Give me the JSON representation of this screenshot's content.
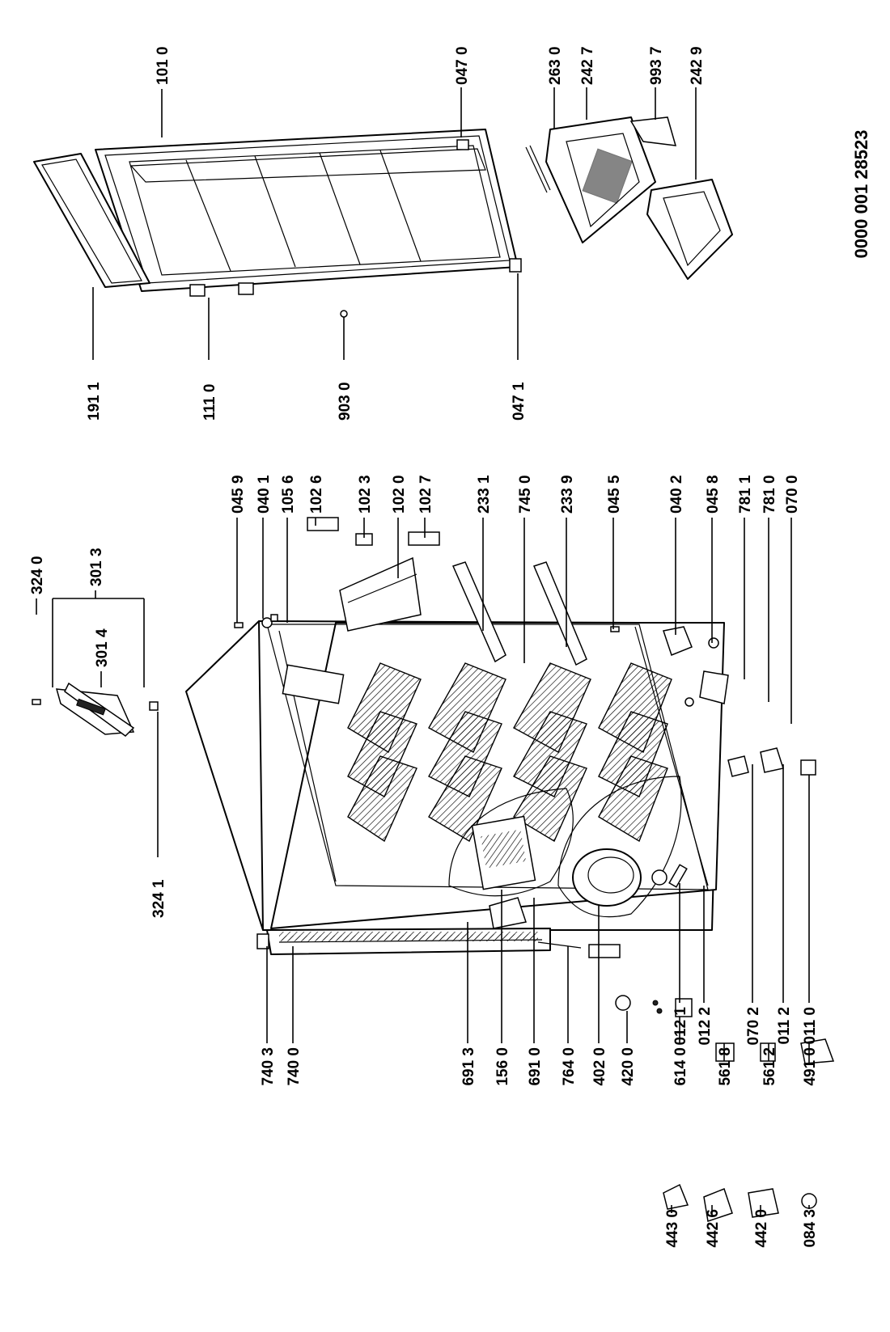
{
  "document_number": "0000 001 28523",
  "parts": {
    "p1010": "101 0",
    "p0470": "047 0",
    "p2630": "263 0",
    "p2427": "242 7",
    "p9937": "993 7",
    "p2429": "242 9",
    "p1911": "191 1",
    "p1110": "111 0",
    "p9030": "903 0",
    "p0471": "047 1",
    "p3240": "324 0",
    "p3013": "301 3",
    "p3014": "301 4",
    "p3241": "324 1",
    "p0459": "045 9",
    "p0401": "040 1",
    "p1056": "105 6",
    "p1026": "102 6",
    "p1023": "102 3",
    "p1020": "102 0",
    "p1027": "102 7",
    "p2331": "233 1",
    "p7450": "745 0",
    "p2339": "233 9",
    "p0455": "045 5",
    "p0402": "040 2",
    "p0458": "045 8",
    "p7811": "781 1",
    "p7810": "781 0",
    "p0700": "070 0",
    "p7403": "740 3",
    "p7400": "740 0",
    "p6913": "691 3",
    "p1560": "156 0",
    "p6910": "691 0",
    "p7640": "764 0",
    "p4020": "402 0",
    "p4200": "420 0",
    "p6140": "614 0",
    "p5618": "561 8",
    "p5612": "561 2",
    "p4910": "491 0",
    "p0121": "012 1",
    "p0122": "012 2",
    "p0702": "070 2",
    "p0112": "011 2",
    "p0110": "011 0",
    "p4430": "443 0",
    "p4426": "442 6",
    "p4420": "442 0",
    "p0843": "084 3"
  }
}
